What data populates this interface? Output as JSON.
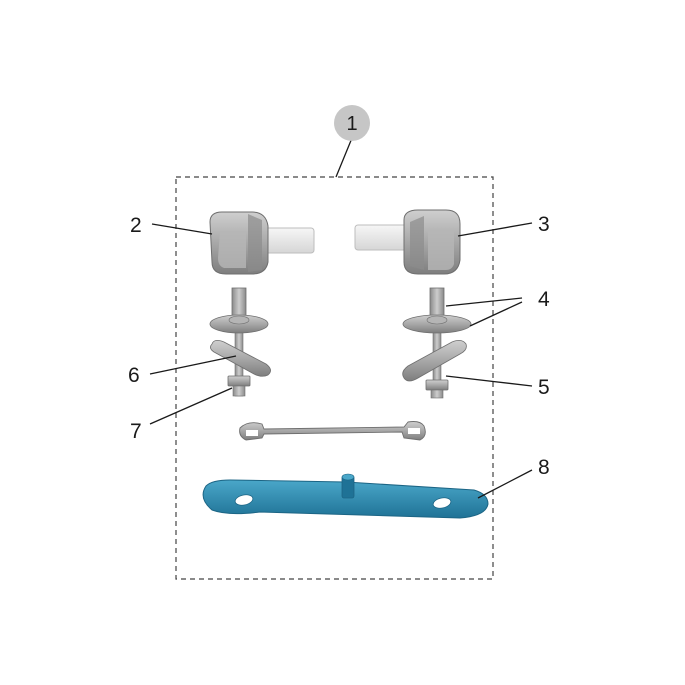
{
  "assembly_badge": "1",
  "callouts": {
    "c2": "2",
    "c3": "3",
    "c4": "4",
    "c5": "5",
    "c6": "6",
    "c7": "7",
    "c8": "8"
  },
  "colors": {
    "part_gray": "#9a9a9a",
    "part_light": "#c9c9c9",
    "part_dark": "#6f6f6f",
    "plastic_white": "#ececec",
    "plate_blue": "#2c8fb5",
    "badge_fill": "#c6c6c6",
    "border": "#444444"
  }
}
